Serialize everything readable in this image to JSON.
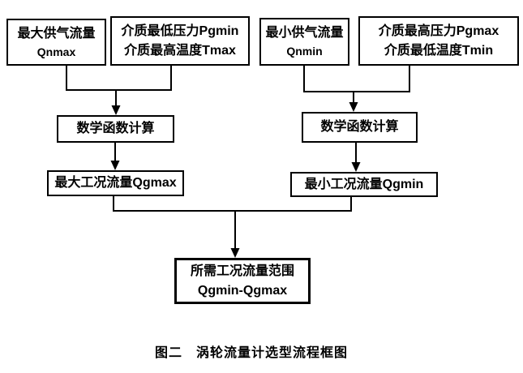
{
  "diagram": {
    "nodes": {
      "qnmax": {
        "line1": "最大供气流量",
        "line2": "Qnmax"
      },
      "pgmin_tmax": {
        "line1": "介质最低压力Pgmin",
        "line2": "介质最高温度Tmax"
      },
      "qnmin": {
        "line1": "最小供气流量",
        "line2": "Qnmin"
      },
      "pgmax_tmin": {
        "line1": "介质最高压力Pgmax",
        "line2": "介质最低温度Tmin"
      },
      "calc_left": {
        "label": "数学函数计算"
      },
      "calc_right": {
        "label": "数学函数计算"
      },
      "qgmax": {
        "label": "最大工况流量Qgmax"
      },
      "qgmin": {
        "label": "最小工况流量Qgmin"
      },
      "range": {
        "line1": "所需工况流量范围",
        "line2": "Qgmin-Qgmax"
      }
    },
    "caption": "图二　涡轮流量计选型流程框图",
    "colors": {
      "line": "#000000",
      "background": "#ffffff",
      "text": "#000000"
    }
  }
}
